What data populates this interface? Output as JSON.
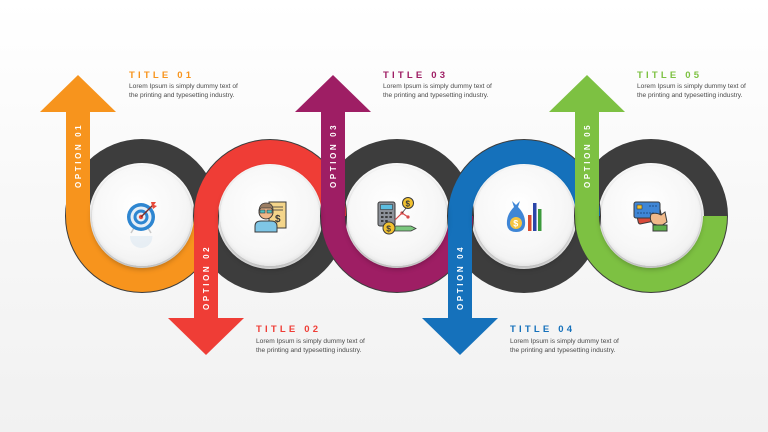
{
  "colors": {
    "orange": "#f7941d",
    "red": "#ef3d36",
    "purple": "#9e1e64",
    "blue": "#1571bb",
    "green": "#7dc142",
    "dark": "#3d3d3d",
    "text": "#4a4a4a"
  },
  "steps": [
    {
      "option": "OPTION 01",
      "title": "TITLE 01",
      "description": "Lorem Ipsum is simply dummy text of the printing and typesetting industry.",
      "color": "#f7941d",
      "direction": "up",
      "icon": "target-icon"
    },
    {
      "option": "OPTION 02",
      "title": "TITLE 02",
      "description": "Lorem Ipsum is simply dummy text of the printing and typesetting industry.",
      "color": "#ef3d36",
      "direction": "down",
      "icon": "accountant-icon"
    },
    {
      "option": "OPTION 03",
      "title": "TITLE 03",
      "description": "Lorem Ipsum is simply dummy text of the printing and typesetting industry.",
      "color": "#9e1e64",
      "direction": "up",
      "icon": "calculator-finance-icon"
    },
    {
      "option": "OPTION 04",
      "title": "TITLE 04",
      "description": "Lorem Ipsum is simply dummy text of the printing and typesetting industry.",
      "color": "#1571bb",
      "direction": "down",
      "icon": "money-bag-chart-icon"
    },
    {
      "option": "OPTION 05",
      "title": "TITLE 05",
      "description": "Lorem Ipsum is simply dummy text of the printing and typesetting industry.",
      "color": "#7dc142",
      "direction": "up",
      "icon": "credit-card-hand-icon"
    }
  ]
}
